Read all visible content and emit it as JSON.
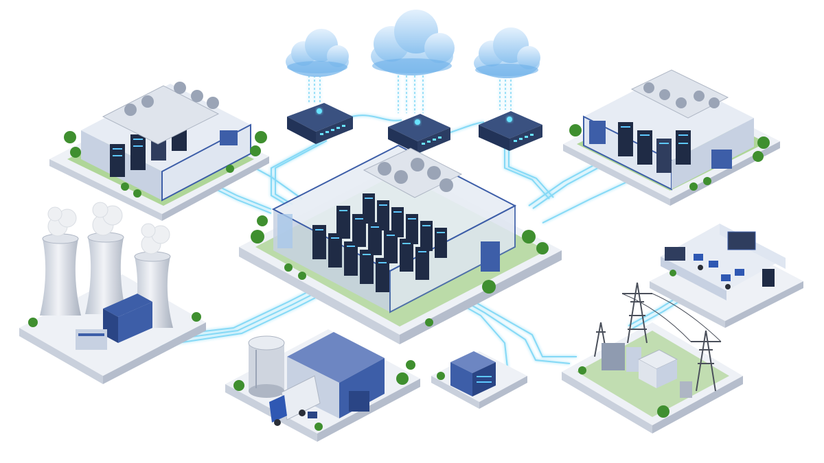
{
  "image": {
    "background": "#ffffff"
  },
  "palette": {
    "platform_top": "#eef1f6",
    "platform_side": "#c9d0dc",
    "platform_front": "#b5bdcc",
    "grass": "#7cc04a",
    "grass_dark": "#4f9a2b",
    "tree": "#3f8f2f",
    "tree_light": "#67b545",
    "wall_light": "#e7ecf4",
    "wall_mid": "#c7d1e2",
    "wall_blue": "#3d5ea8",
    "wall_blue_dark": "#2a4585",
    "rack": "#1f2b45",
    "rack_light": "#2f3d5e",
    "rack_led": "#5ec8ff",
    "glass": "#a9c8ea",
    "roof_unit": "#dfe4ec",
    "fan": "#9aa4b6",
    "cloud_top": "#d5e9fb",
    "cloud_mid": "#9fcdf2",
    "cloud_dark": "#5aa6e6",
    "switch_body": "#2b3d63",
    "switch_top": "#3a5180",
    "switch_led": "#69e3ff",
    "cable": "#7fd8f6",
    "cable_glow": "#c8f1ff",
    "tower": "#dfe3ea",
    "tower_shade": "#aeb6c4",
    "steam": "#eef0f3",
    "truck_cab": "#2f58b3",
    "tank": "#cfd5df",
    "pylon": "#4a4f5a"
  },
  "nodes": [
    {
      "id": "cloud-left",
      "kind": "cloud",
      "icon": "cloud-icon"
    },
    {
      "id": "cloud-center",
      "kind": "cloud",
      "icon": "cloud-icon"
    },
    {
      "id": "cloud-right",
      "kind": "cloud",
      "icon": "cloud-icon"
    },
    {
      "id": "switch-left",
      "kind": "network-switch",
      "icon": "network-switch-icon"
    },
    {
      "id": "switch-center",
      "kind": "network-switch",
      "icon": "network-switch-icon"
    },
    {
      "id": "switch-right",
      "kind": "network-switch",
      "icon": "network-switch-icon"
    },
    {
      "id": "datacenter-main",
      "kind": "data-center",
      "icon": "server-rack-icon"
    },
    {
      "id": "datacenter-left",
      "kind": "data-center",
      "icon": "server-rack-icon"
    },
    {
      "id": "datacenter-right",
      "kind": "data-center",
      "icon": "server-rack-icon"
    },
    {
      "id": "power-plant",
      "kind": "power-plant",
      "icon": "cooling-tower-icon"
    },
    {
      "id": "warehouse",
      "kind": "logistics",
      "icon": "truck-icon"
    },
    {
      "id": "edge-module",
      "kind": "edge-module",
      "icon": "edge-server-icon"
    },
    {
      "id": "substation",
      "kind": "substation",
      "icon": "power-pylon-icon"
    },
    {
      "id": "control-room",
      "kind": "operations-center",
      "icon": "workstation-icon"
    }
  ]
}
